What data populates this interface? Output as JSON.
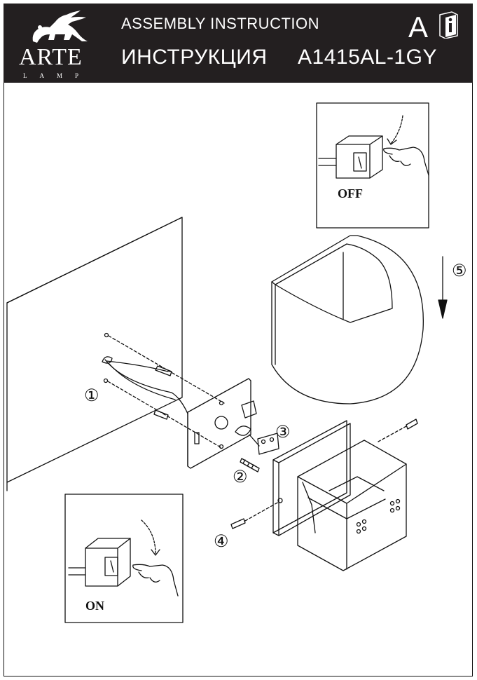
{
  "header": {
    "title_en": "ASSEMBLY INSTRUCTION",
    "title_ru": "ИНСТРУКЦИЯ",
    "model": "A1415AL-1GY",
    "doc_letter": "A",
    "info_icon": "info-book-icon"
  },
  "brand": {
    "name": "ARTE",
    "sub": "LAMP",
    "logo_icon": "griffin-logo-icon"
  },
  "switch_off": {
    "label": "OFF"
  },
  "switch_on": {
    "label": "ON"
  },
  "steps": {
    "s1": "①",
    "s2": "②",
    "s3": "③",
    "s4": "④",
    "s5": "⑤"
  },
  "colors": {
    "header_bg": "#231f20",
    "line": "#111111"
  }
}
